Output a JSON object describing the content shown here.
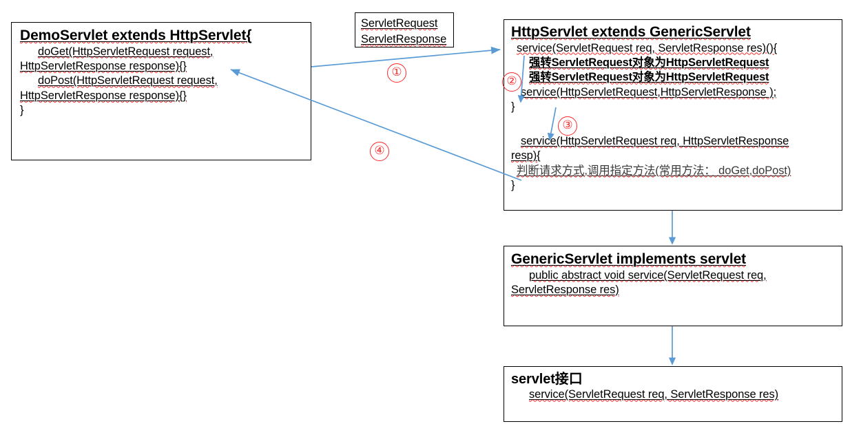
{
  "diagram": {
    "title": "Servlet inheritance hierarchy flow",
    "colors": {
      "box_border": "#000000",
      "arrow": "#5b9bd5",
      "marker_red": "#fa2a2a",
      "text": "#000000",
      "background": "#ffffff"
    },
    "boxes": [
      {
        "id": "demo-servlet",
        "name": "demo-servlet-box",
        "title": "DemoServlet  extends HttpServlet{",
        "lines": [
          "doGet(HttpServletRequest request,",
          "HttpServletResponse response){}",
          "doPost(HttpServletRequest request,",
          "HttpServletResponse response){}",
          "}"
        ]
      },
      {
        "id": "servlet-types",
        "name": "servlet-request-response-box",
        "lines": [
          "ServletRequest",
          "ServletResponse"
        ]
      },
      {
        "id": "http-servlet",
        "name": "http-servlet-box",
        "title": "HttpServlet extends GenericServlet",
        "lines": [
          "service(ServletRequest req, ServletResponse res)(){",
          "强转ServletRequest对象为HttpServletRequest",
          "强转ServletRequest对象为HttpServletRequest",
          "service(HttpServletRequest,HttpServletResponse );",
          "}",
          "service(HttpServletRequest req, HttpServletResponse",
          "resp){",
          "判断请求方式,调用指定方法(常用方法： doGet,doPost)",
          "}"
        ]
      },
      {
        "id": "generic-servlet",
        "name": "generic-servlet-box",
        "title": "GenericServlet  implements  servlet",
        "lines": [
          "public abstract void service(ServletRequest req,",
          "ServletResponse res)"
        ]
      },
      {
        "id": "servlet-interface",
        "name": "servlet-interface-box",
        "title": "servlet接口",
        "lines": [
          "service(ServletRequest req, ServletResponse res)"
        ]
      }
    ],
    "step_markers": [
      {
        "id": "step-1",
        "label": "①",
        "glyph": "1"
      },
      {
        "id": "step-2",
        "label": "②",
        "glyph": "2"
      },
      {
        "id": "step-3",
        "label": "③",
        "glyph": "3"
      },
      {
        "id": "step-4",
        "label": "④",
        "glyph": "4"
      }
    ]
  }
}
